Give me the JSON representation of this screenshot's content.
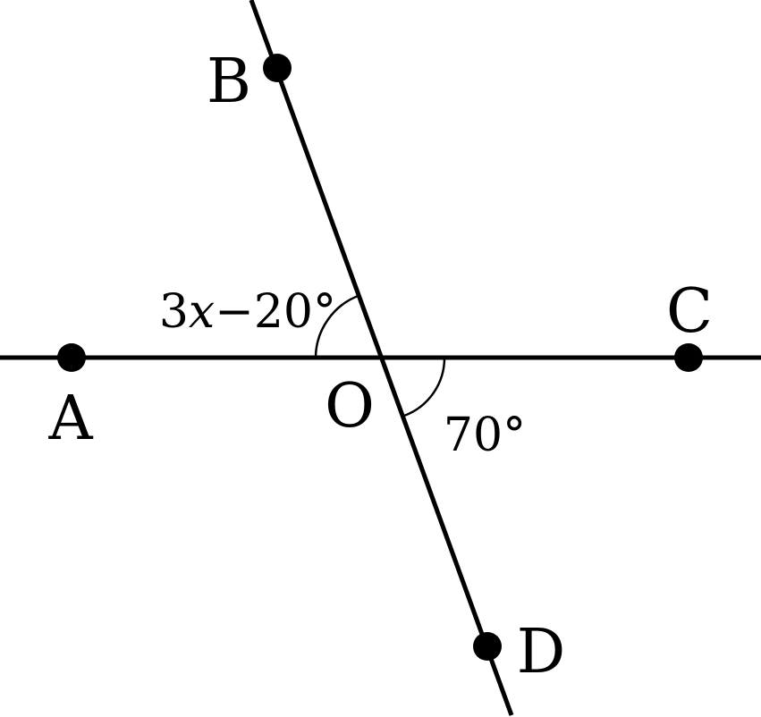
{
  "points": {
    "A": "A",
    "B": "B",
    "C": "C",
    "D": "D",
    "O": "O"
  },
  "angles": {
    "upper_left": {
      "coefficient": "3",
      "variable": "x",
      "rest": "−20°"
    },
    "lower_right": "70°"
  }
}
